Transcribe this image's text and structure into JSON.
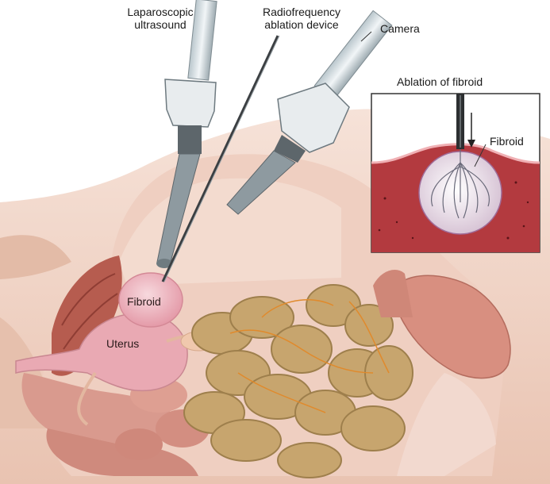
{
  "labels": {
    "laparoscopic_ultrasound": [
      "Laparoscopic",
      "ultrasound"
    ],
    "radiofrequency_ablation_device": [
      "Radiofrequency",
      "ablation device"
    ],
    "camera": "Camera",
    "ablation_of_fibroid": "Ablation of fibroid",
    "inset_fibroid": "Fibroid",
    "fibroid": "Fibroid",
    "uterus": "Uterus"
  },
  "colors": {
    "skin": "#f2d7c9",
    "skin_shadow": "#dbb3a0",
    "cavity": "#e9c2b4",
    "bowel": "#c7a56e",
    "bowel_pink": "#d99a8e",
    "uterus": "#e9a9b3",
    "fibroid_tissue": "#b33a3f",
    "instrument_gray": "#8e9aa0"
  }
}
